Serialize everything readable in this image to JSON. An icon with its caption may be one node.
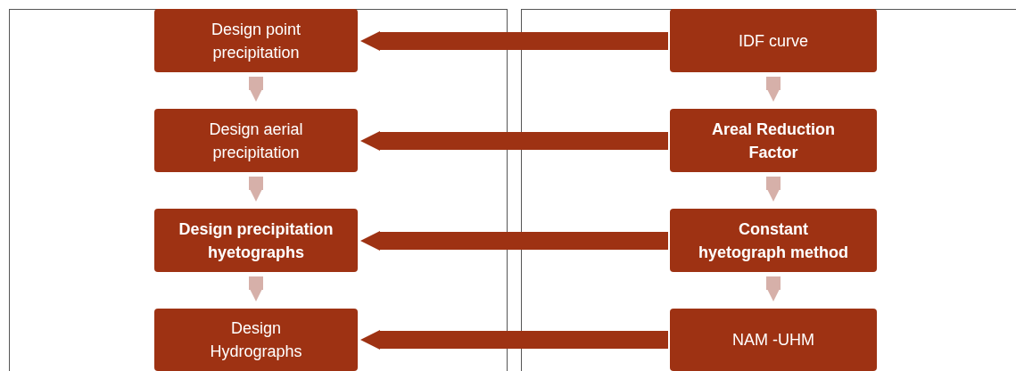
{
  "diagram": {
    "nodes": [
      {
        "text": [
          "Design point precipitation"
        ]
      },
      {
        "text": [
          "Design aerial precipitation"
        ]
      },
      {
        "text": [
          "Design precipitation hyetographs"
        ]
      },
      {
        "text": [
          "Design Hydrographs"
        ]
      },
      {
        "text": [
          "IDF curve"
        ]
      },
      {
        "text": [
          "Areal Reduction Factor"
        ]
      },
      {
        "text": [
          "Constant hyetograph method"
        ]
      },
      {
        "text": [
          "NAM -UHM"
        ]
      }
    ],
    "edges": [
      {
        "from": 0,
        "to": 1,
        "arrow": "to"
      },
      {
        "from": 1,
        "to": 2,
        "arrow": "to"
      },
      {
        "from": 2,
        "to": 3,
        "arrow": "to"
      },
      {
        "from": 4,
        "to": 5,
        "arrow": "to"
      },
      {
        "from": 5,
        "to": 6,
        "arrow": "to"
      },
      {
        "from": 6,
        "to": 7,
        "arrow": "to"
      },
      {
        "from": 4,
        "to": 0,
        "arrow": "to",
        "color": "#9e3213"
      },
      {
        "from": 5,
        "to": 1,
        "arrow": "to",
        "color": "#9e3213"
      },
      {
        "from": 6,
        "to": 2,
        "arrow": "to",
        "color": "#9e3213"
      },
      {
        "from": 7,
        "to": 3,
        "arrow": "to",
        "color": "#9e3213"
      }
    ]
  }
}
